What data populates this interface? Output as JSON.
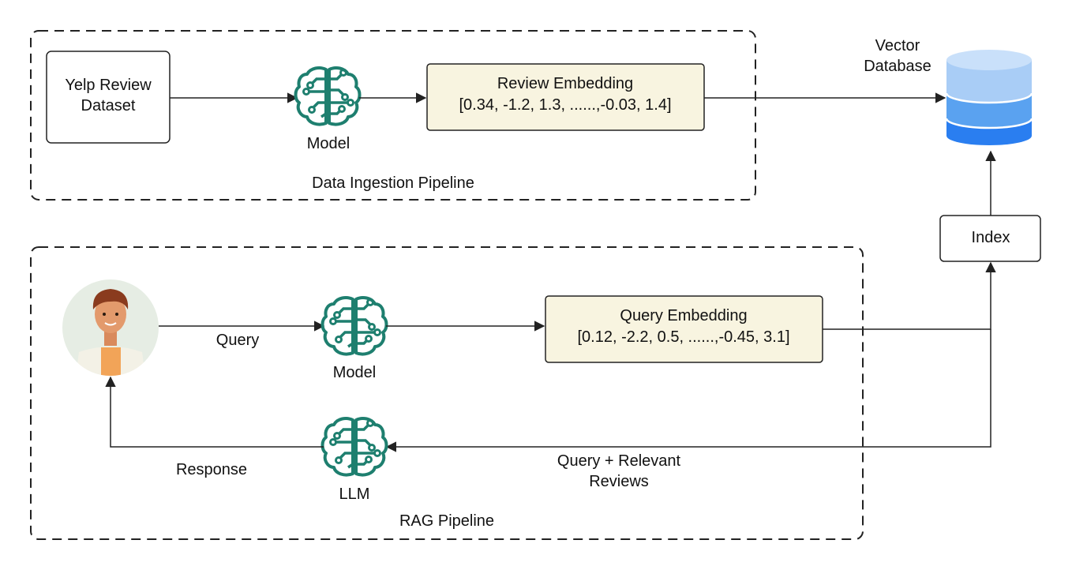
{
  "ingestion": {
    "title": "Data Ingestion Pipeline",
    "source_line1": "Yelp Review",
    "source_line2": "Dataset",
    "model_label": "Model",
    "embedding_title": "Review Embedding",
    "embedding_vector": "[0.34, -1.2, 1.3, ......,-0.03, 1.4]"
  },
  "store": {
    "db_line1": "Vector",
    "db_line2": "Database",
    "index_label": "Index"
  },
  "rag": {
    "title": "RAG Pipeline",
    "query_label": "Query",
    "model_label": "Model",
    "embedding_title": "Query Embedding",
    "embedding_vector": "[0.12, -2.2, 0.5, ......,-0.45, 3.1]",
    "context_line1": "Query + Relevant",
    "context_line2": "Reviews",
    "llm_label": "LLM",
    "response_label": "Response"
  },
  "colors": {
    "brain_icon": "#1e7f6f",
    "embedding_fill": "#f8f4e0",
    "db_top": "#a9cdf6",
    "db_mid": "#5aa2f0",
    "db_bottom": "#2a7ef0",
    "dashed_border": "#222222"
  },
  "icons": [
    "brain-icon",
    "user-avatar-icon",
    "database-icon"
  ]
}
